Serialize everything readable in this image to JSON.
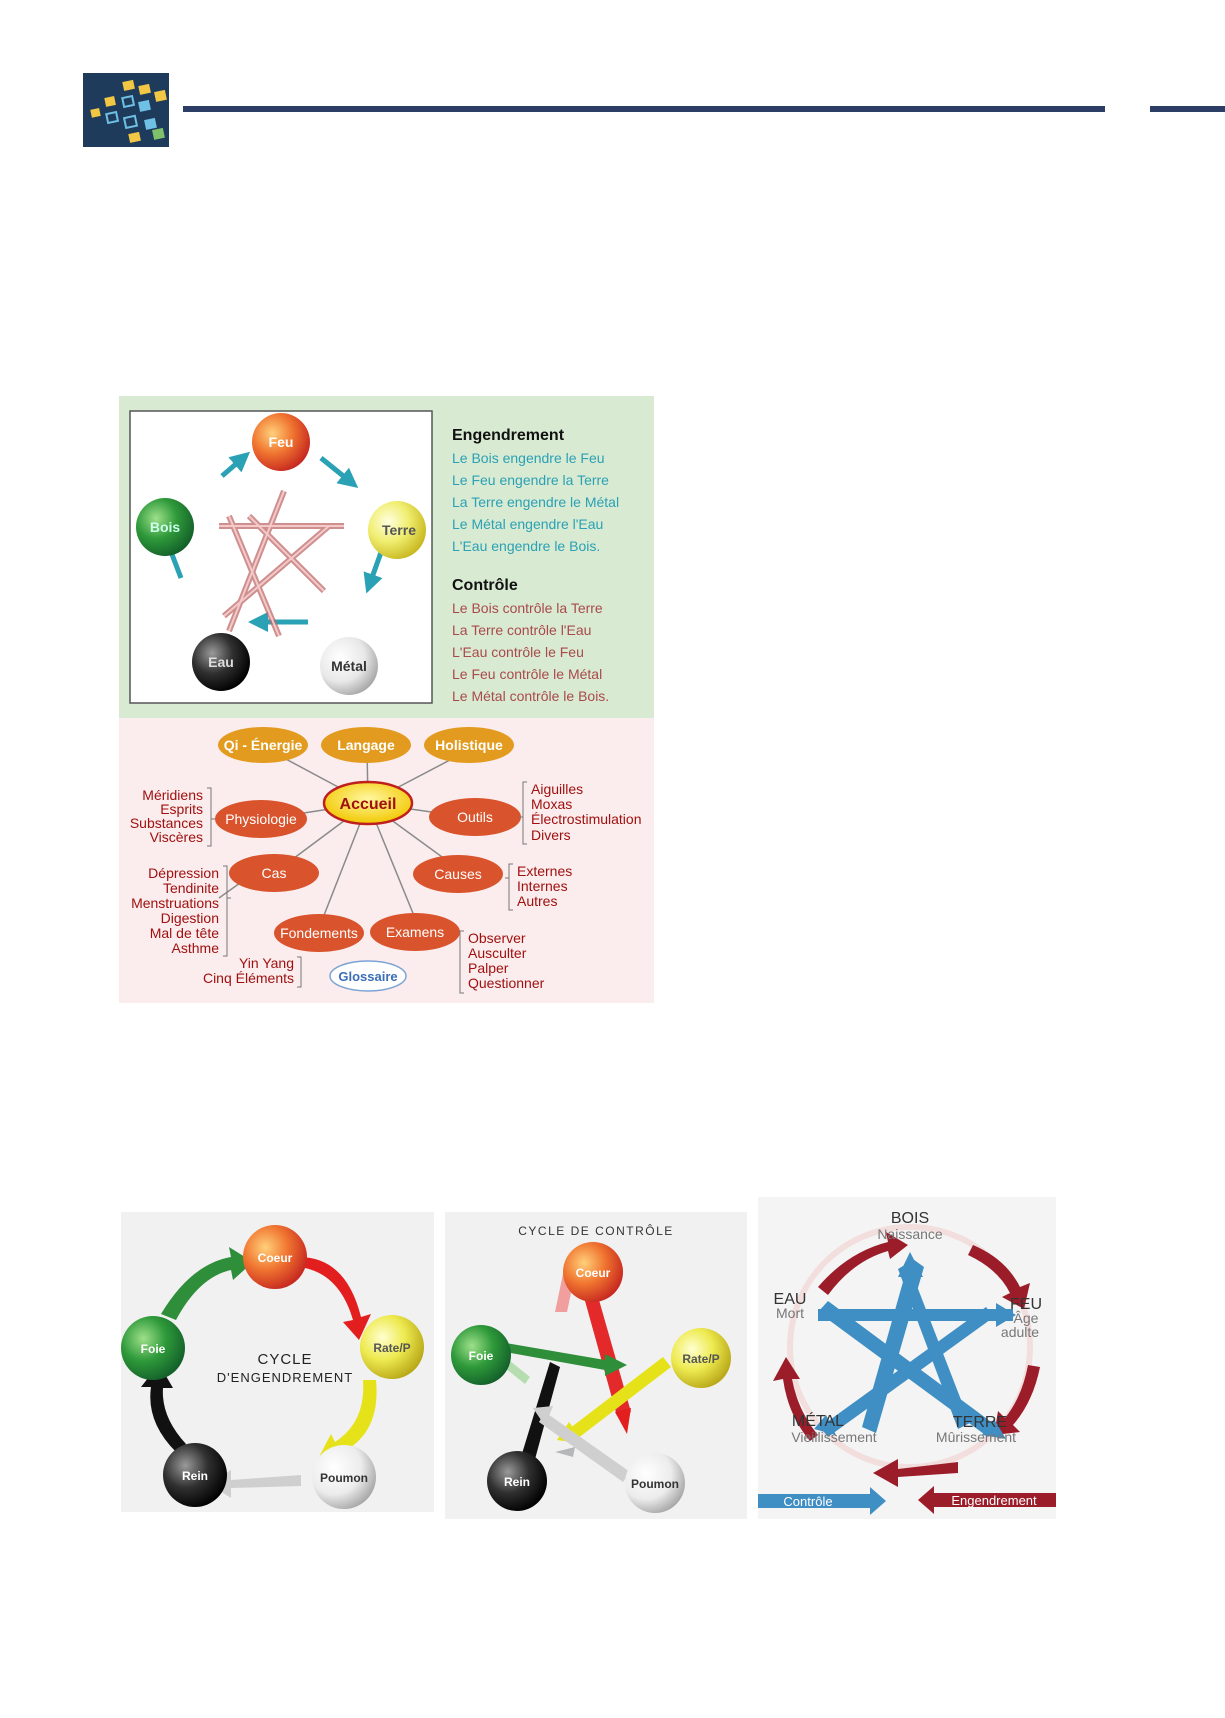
{
  "colors": {
    "navy": "#2c3e66",
    "teal": "#2aa1b4",
    "maroon": "#a52a2a",
    "green_panel": "#d9ead3",
    "pink_panel": "#fbeded",
    "orange": "#e29b1f",
    "red_orange": "#d9532c"
  },
  "top_diagram": {
    "nodes": {
      "feu": "Feu",
      "terre": "Terre",
      "metal": "Métal",
      "eau": "Eau",
      "bois": "Bois"
    },
    "engendrement": {
      "title": "Engendrement",
      "lines": [
        "Le Bois engendre le Feu",
        "Le Feu engendre la Terre",
        "La Terre engendre le Métal",
        "Le Métal engendre l'Eau",
        "L'Eau engendre le Bois."
      ]
    },
    "controle": {
      "title": "Contrôle",
      "lines": [
        "Le Bois contrôle la Terre",
        "La Terre contrôle l'Eau",
        "L'Eau contrôle le Feu",
        "Le Feu contrôle le Métal",
        "Le Métal contrôle le Bois."
      ]
    }
  },
  "mindmap": {
    "center": "Accueil",
    "top": [
      "Qi - Énergie",
      "Langage",
      "Holistique"
    ],
    "physiologie": {
      "label": "Physiologie",
      "items": [
        "Méridiens",
        "Esprits",
        "Substances",
        "Viscères"
      ]
    },
    "outils": {
      "label": "Outils",
      "items": [
        "Aiguilles",
        "Moxas",
        "Électrostimulation",
        "Divers"
      ]
    },
    "cas": {
      "label": "Cas",
      "items": [
        "Dépression",
        "Tendinite",
        "Menstruations",
        "Digestion",
        "Mal de tête",
        "Asthme"
      ]
    },
    "causes": {
      "label": "Causes",
      "items": [
        "Externes",
        "Internes",
        "Autres"
      ]
    },
    "fondements": {
      "label": "Fondements",
      "items": [
        "Yin Yang",
        "Cinq Éléments"
      ]
    },
    "examens": {
      "label": "Examens",
      "items": [
        "Observer",
        "Ausculter",
        "Palper",
        "Questionner"
      ]
    },
    "glossaire": "Glossaire"
  },
  "cycle_engendrement": {
    "title_line1": "Cycle",
    "title_line2": "d'engendrement",
    "nodes": {
      "coeur": "Coeur",
      "rate": "Rate/P",
      "poumon": "Poumon",
      "rein": "Rein",
      "foie": "Foie"
    }
  },
  "cycle_controle": {
    "title": "Cycle de contrôle",
    "nodes": {
      "coeur": "Coeur",
      "rate": "Rate/P",
      "poumon": "Poumon",
      "rein": "Rein",
      "foie": "Foie"
    }
  },
  "star_cycle": {
    "bois": "BOIS",
    "bois_sub": "Naissance",
    "feu": "FEU",
    "feu_sub1": "Âge",
    "feu_sub2": "adulte",
    "terre": "TERRE",
    "terre_sub": "Mûrissement",
    "metal": "MÉTAL",
    "metal_sub": "Vieillissement",
    "eau": "EAU",
    "eau_sub": "Mort",
    "legend_controle": "Contrôle",
    "legend_engendrement": "Engendrement"
  }
}
